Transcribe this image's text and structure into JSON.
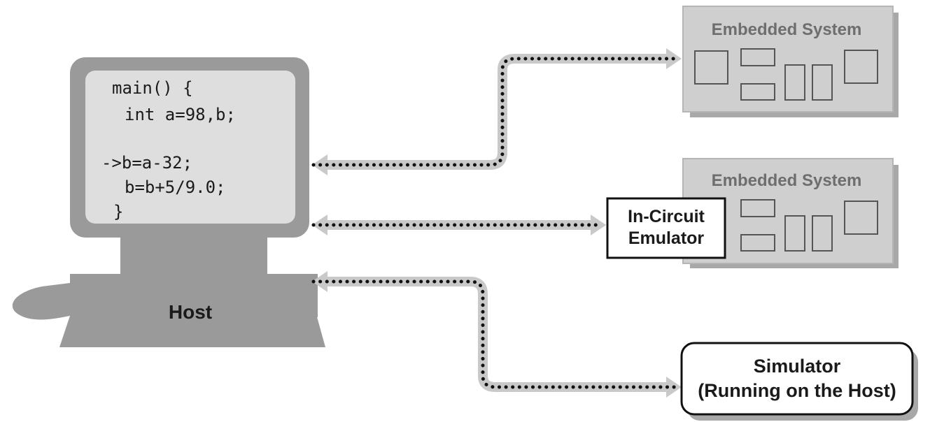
{
  "host": {
    "label": "Host",
    "code_lines": [
      "main() {",
      "int a=98,b;",
      "->b=a-32;",
      "b=b+5/9.0;",
      "}"
    ]
  },
  "targets": {
    "embedded_top": {
      "title": "Embedded System"
    },
    "embedded_mid": {
      "title": "Embedded System"
    },
    "ice": {
      "line1": "In-Circuit",
      "line2": "Emulator"
    },
    "simulator": {
      "line1": "Simulator",
      "line2": "(Running on the Host)"
    }
  },
  "colors": {
    "host_body": "#9a9a9a",
    "screen": "#dedede",
    "box_fill": "#cfcfcf",
    "box_shadow": "#a8a8a8",
    "connector_band": "#c9c9c9",
    "dots": "#111111",
    "text": "#1a1a1a"
  }
}
